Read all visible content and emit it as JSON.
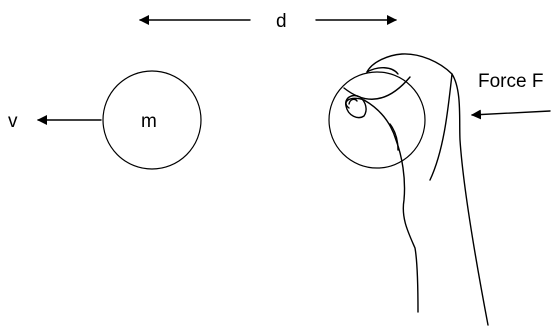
{
  "labels": {
    "distance": "d",
    "mass": "m",
    "velocity": "v",
    "force": "Force F"
  }
}
